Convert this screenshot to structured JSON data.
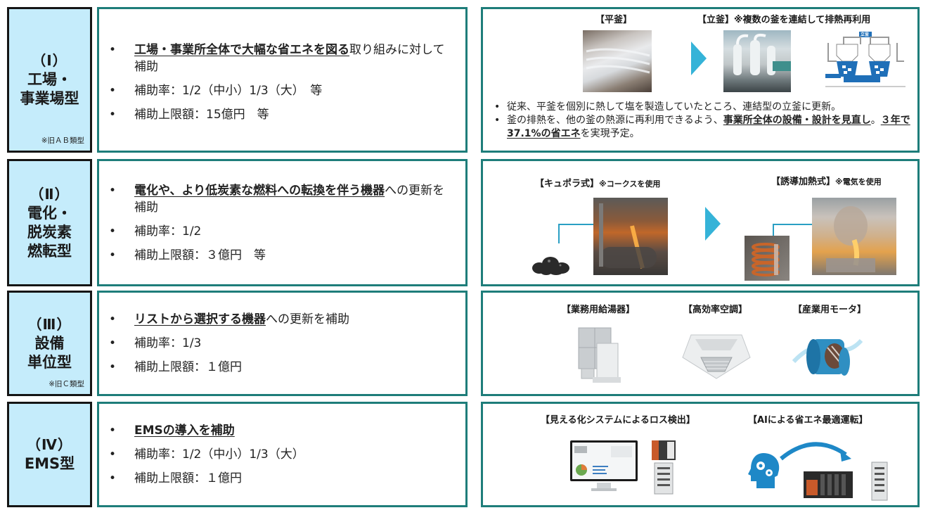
{
  "rows": [
    {
      "label": {
        "num": "（Ⅰ）",
        "lines": [
          "工場・",
          "事業場型"
        ],
        "note": "※旧ＡＢ類型"
      },
      "bullets": [
        {
          "bold": "工場・事業所全体で大幅な省エネを図る",
          "rest": "取り組みに対して補助"
        },
        {
          "bold": "",
          "rest": "補助率：1/2（中小）1/3（大）　等"
        },
        {
          "bold": "",
          "rest": "補助上限額：15億円　等"
        }
      ],
      "visual": {
        "caption_before": "【平釜】",
        "caption_after": "【立釜】",
        "caption_after_note": "※複数の釜を連結して排熱再利用",
        "diagram_label": "立釜",
        "image_before": "flat-kettle-photo",
        "image_after": "vertical-kettle-plant-photo",
        "image_diagram": "vertical-kettle-heat-reuse-diagram",
        "notes": [
          {
            "parts": [
              {
                "text": "従来、平釜を個別に熱して塩を製造していたところ、連結型の立釜に更新。",
                "bold": false
              }
            ]
          },
          {
            "parts": [
              {
                "text": "釜の排熱を、他の釜の熱源に再利用できるよう、",
                "bold": false
              },
              {
                "text": "事業所全体の設備・設計を見直し",
                "bold": true
              },
              {
                "text": "。",
                "bold": false
              },
              {
                "text": "３年で37.1%の省エネ",
                "bold": true
              },
              {
                "text": "を実現予定。",
                "bold": false
              }
            ]
          }
        ]
      }
    },
    {
      "label": {
        "num": "（Ⅱ）",
        "lines": [
          "電化・",
          "脱炭素",
          "燃転型"
        ],
        "note": ""
      },
      "bullets": [
        {
          "bold": "電化や、より低炭素な燃料への転換を伴う機器",
          "rest": "への更新を補助"
        },
        {
          "bold": "",
          "rest": "補助率：1/2"
        },
        {
          "bold": "",
          "rest": "補助上限額：３億円　等"
        }
      ],
      "visual": {
        "caption_before": "【キュポラ式】",
        "caption_before_note": "※コークスを使用",
        "caption_after": "【誘導加熱式】",
        "caption_after_note": "※電気を使用",
        "image_coke": "coke-pile-photo",
        "image_cupola": "cupola-furnace-photo",
        "image_coil": "induction-coil-photo",
        "image_induction": "induction-furnace-photo"
      }
    },
    {
      "label": {
        "num": "（Ⅲ）",
        "lines": [
          "設備",
          "単位型"
        ],
        "note": "※旧Ｃ類型"
      },
      "bullets": [
        {
          "bold": "リストから選択する機器",
          "rest": "への更新を補助"
        },
        {
          "bold": "",
          "rest": "補助率：1/3"
        },
        {
          "bold": "",
          "rest": "補助上限額：１億円"
        }
      ],
      "visual": {
        "items": [
          {
            "caption": "【業務用給湯器】",
            "image": "commercial-water-heater-photo"
          },
          {
            "caption": "【高効率空調】",
            "image": "ceiling-cassette-air-conditioner-photo"
          },
          {
            "caption": "【産業用モータ】",
            "image": "industrial-motor-photo"
          }
        ]
      }
    },
    {
      "label": {
        "num": "（Ⅳ）",
        "lines": [
          "EMS型"
        ],
        "note": ""
      },
      "bullets": [
        {
          "bold": "EMSの導入を補助",
          "rest": ""
        },
        {
          "bold": "",
          "rest": "補助率：1/2（中小）1/3（大）"
        },
        {
          "bold": "",
          "rest": "補助上限額：１億円"
        }
      ],
      "visual": {
        "caption_left": "【見える化システムによるロス検出】",
        "caption_right": "【AIによる省エネ最適運転】",
        "image_monitor": "monitoring-dashboard-display",
        "image_plc": "plc-controller-photo",
        "image_ai": "ai-head-gears-icon",
        "image_controller": "controller-rack-photo"
      }
    }
  ],
  "bullet_glyph": "•",
  "colors": {
    "label_bg": "#c5ecfb",
    "label_border": "#151515",
    "panel_border": "#1e7d7a",
    "arrow": "#35b3d8",
    "connector": "#2a9fc4"
  }
}
